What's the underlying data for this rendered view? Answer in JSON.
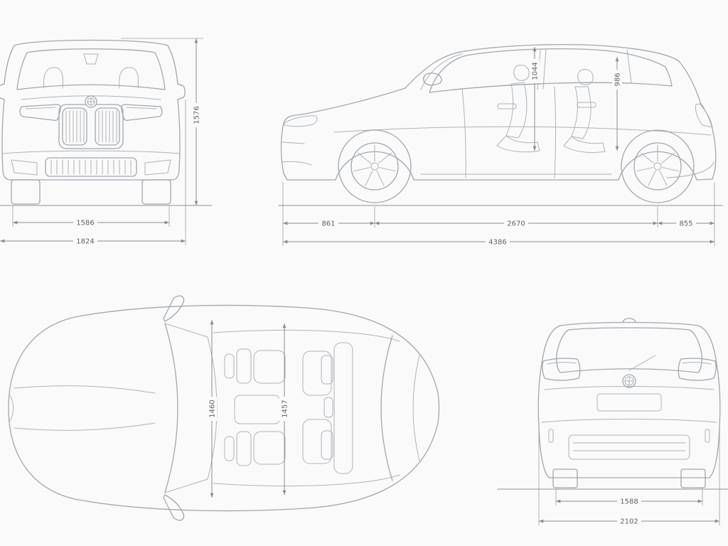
{
  "diagram": {
    "type": "vehicle-dimension-blueprint",
    "views": {
      "front": {
        "name": "front-view"
      },
      "side": {
        "name": "side-view"
      },
      "top": {
        "name": "top-view"
      },
      "rear": {
        "name": "rear-view"
      }
    }
  },
  "dims": {
    "front": {
      "height": "1576",
      "track_width": "1586",
      "overall_width": "1824"
    },
    "side": {
      "front_interior_height": "1044",
      "rear_interior_height": "986",
      "front_overhang": "861",
      "wheelbase": "2670",
      "rear_overhang": "855",
      "overall_length": "4386"
    },
    "top": {
      "front_interior_width": "1460",
      "rear_interior_width": "1457"
    },
    "rear": {
      "track_width": "1588",
      "overall_width_incl_mirrors": "2102"
    }
  },
  "colors": {
    "background": "#fafafa",
    "car_line": "#a0a7ae",
    "dim_line": "#868e95",
    "label_text": "#5d646b"
  }
}
